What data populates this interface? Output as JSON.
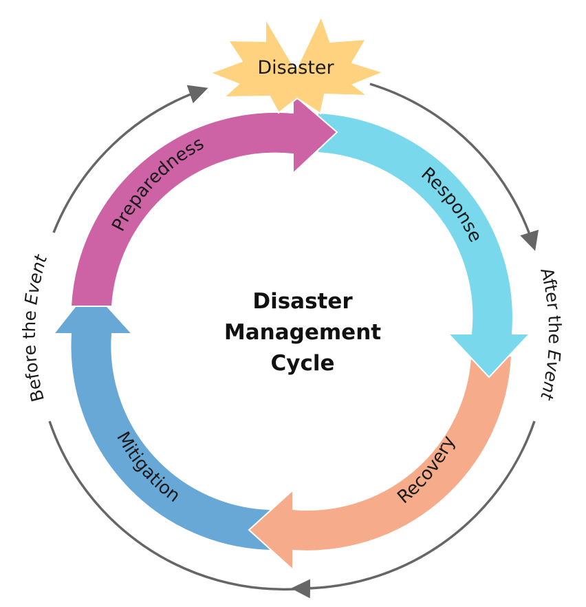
{
  "center": {
    "line1": "Disaster",
    "line2": "Management",
    "line3": "Cycle"
  },
  "event": {
    "label": "Disaster",
    "color": "#FFD27F"
  },
  "phases": [
    {
      "label": "Preparedness",
      "color": "#CD62A4"
    },
    {
      "label": "Response",
      "color": "#79D8EC"
    },
    {
      "label": "Recovery",
      "color": "#F6AC8A"
    },
    {
      "label": "Mitigation",
      "color": "#68A8D6"
    }
  ],
  "outer": {
    "after": {
      "prefix": "After the ",
      "emph": "Event"
    },
    "before": {
      "prefix": "Before the ",
      "emph": "Event"
    },
    "arrow_color": "#666666"
  }
}
